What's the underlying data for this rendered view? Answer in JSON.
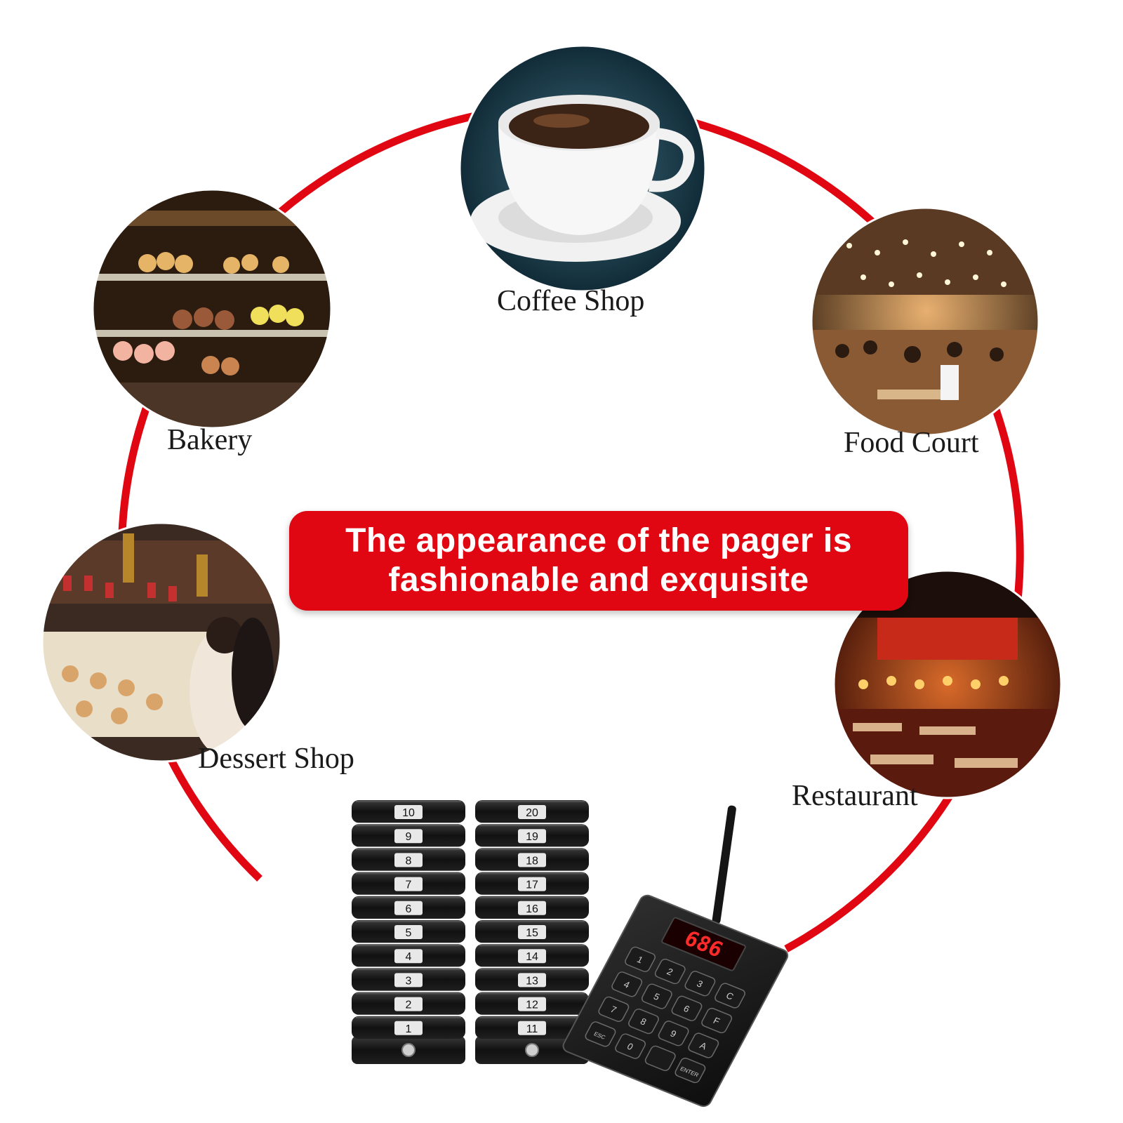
{
  "banner": {
    "line1": "The appearance of the pager is",
    "line2": "fashionable and exquisite"
  },
  "venues": [
    {
      "id": "coffee-shop",
      "label": "Coffee Shop"
    },
    {
      "id": "bakery",
      "label": "Bakery"
    },
    {
      "id": "food-court",
      "label": "Food Court"
    },
    {
      "id": "dessert-shop",
      "label": "Dessert Shop"
    },
    {
      "id": "restaurant",
      "label": "Restaurant"
    }
  ],
  "pagers": {
    "left_stack": [
      "10",
      "9",
      "8",
      "7",
      "6",
      "5",
      "4",
      "3",
      "2",
      "1"
    ],
    "right_stack": [
      "20",
      "19",
      "18",
      "17",
      "16",
      "15",
      "14",
      "13",
      "12",
      "11"
    ]
  },
  "transmitter": {
    "display": "686",
    "keys": [
      "1",
      "2",
      "3",
      "C",
      "4",
      "5",
      "6",
      "F",
      "7",
      "8",
      "9",
      "A",
      "ESC",
      "0",
      "",
      "ENTER"
    ]
  },
  "colors": {
    "ring": "#e10712",
    "banner": "#e10712",
    "display_digits": "#ff2a2a"
  }
}
